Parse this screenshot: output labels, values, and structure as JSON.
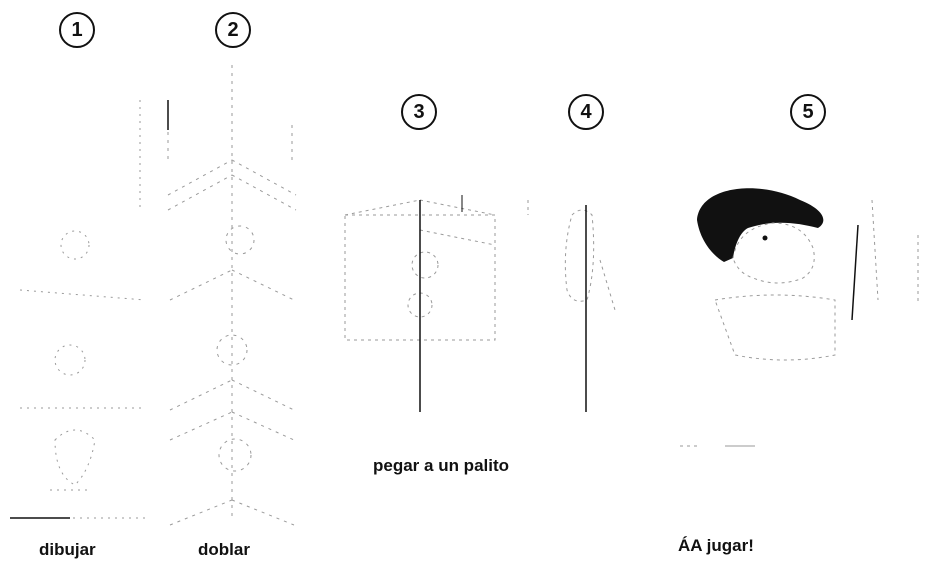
{
  "steps": [
    {
      "number": "1",
      "caption": "dibujar"
    },
    {
      "number": "2",
      "caption": "doblar"
    },
    {
      "number": "3",
      "caption": "pegar a un palito"
    },
    {
      "number": "4",
      "caption": ""
    },
    {
      "number": "5",
      "caption": "ÁA jugar!"
    }
  ],
  "colors": {
    "ink": "#111111",
    "faint": "#9a9a9a",
    "hair": "#111111",
    "face": "#ffffff"
  }
}
